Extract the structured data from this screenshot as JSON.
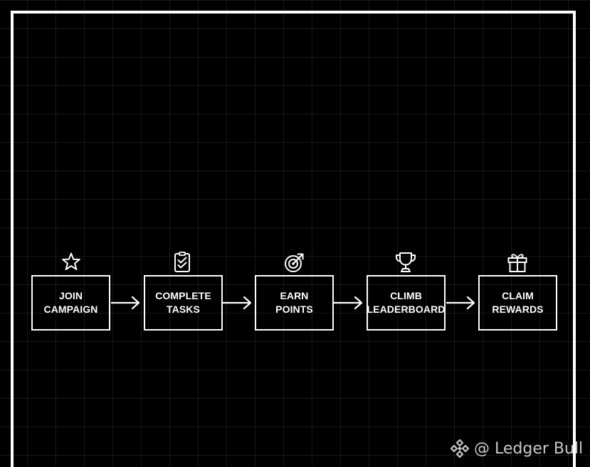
{
  "steps": [
    {
      "line1": "JOIN",
      "line2": "CAMPAIGN",
      "icon": "star-icon"
    },
    {
      "line1": "COMPLETE",
      "line2": "TASKS",
      "icon": "checklist-icon"
    },
    {
      "line1": "EARN",
      "line2": "POINTS",
      "icon": "target-icon"
    },
    {
      "line1": "CLIMB",
      "line2": "LEADERBOARD",
      "icon": "trophy-icon"
    },
    {
      "line1": "CLAIM",
      "line2": "REWARDS",
      "icon": "gift-icon"
    }
  ],
  "watermark": {
    "text": "@ Ledger Bull",
    "icon": "binance-logo-icon"
  },
  "colors": {
    "background": "#000000",
    "stroke": "#ffffff",
    "grid": "#2a2a2a"
  }
}
